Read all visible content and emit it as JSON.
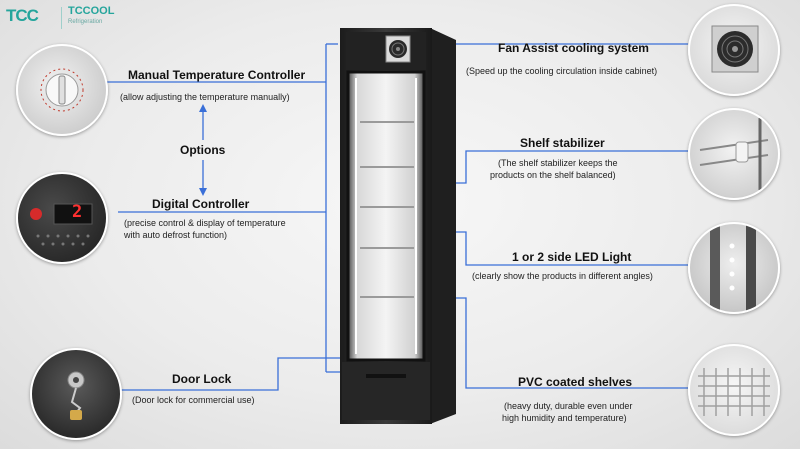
{
  "brand": {
    "mark": "TCC",
    "name": "TCCOOL",
    "tagline": "Refrigeration"
  },
  "left_features": {
    "manual": {
      "title": "Manual Temperature Controller",
      "desc": "(allow adjusting the temperature manually)"
    },
    "options": "Options",
    "digital": {
      "title": "Digital Controller",
      "desc_line1": "(precise control & display of temperature",
      "desc_line2": "with auto defrost function)",
      "display": "2"
    },
    "lock": {
      "title": "Door Lock",
      "desc": "(Door lock for commercial use)"
    }
  },
  "right_features": {
    "fan": {
      "title": "Fan Assist cooling system",
      "desc": "(Speed up the cooling circulation inside cabinet)"
    },
    "shelf": {
      "title": "Shelf stabilizer",
      "desc_line1": "(The shelf stabilizer keeps the",
      "desc_line2": "products on the shelf balanced)"
    },
    "led": {
      "title": "1 or 2 side LED Light",
      "desc": "(clearly show the products in different angles)"
    },
    "pvc": {
      "title": "PVC coated shelves",
      "desc_line1": "(heavy duty, durable even under",
      "desc_line2": "high humidity and temperature)"
    }
  },
  "colors": {
    "connector": "#3a6fd8",
    "brand": "#25a59c",
    "cabinet": "#2b2b2b"
  }
}
